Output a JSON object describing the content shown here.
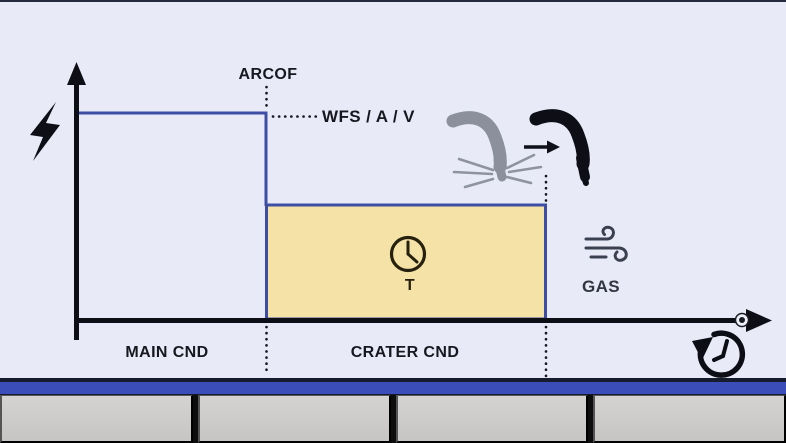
{
  "screen": {
    "background_color": "#e8eaf7",
    "accent_blue": "#3e4da4",
    "crater_fill_color": "#f5e2a6",
    "axis_color": "#0e0e16",
    "footer_bar_color": "#3b4db8",
    "softkey_color": "#cac9c7"
  },
  "diagram": {
    "labels": {
      "arcof": "ARCOF",
      "wfs_a_v": "WFS / A / V",
      "timer": "T",
      "gas": "GAS",
      "main_cnd": "MAIN CND",
      "crater_cnd": "CRATER CND"
    },
    "icons": {
      "power": "lightning-bolt-icon",
      "arc_on": "welding-torch-arc-on-icon",
      "transition": "arrow-right-icon",
      "arc_off": "welding-torch-arc-off-icon",
      "crater_time": "clock-icon",
      "gas_flow": "gas-flow-icon",
      "postflow_time": "timer-history-icon",
      "axis_marker": "target-dot-icon"
    },
    "sequence": {
      "phases": [
        "MAIN CND",
        "CRATER CND"
      ],
      "main_level": "high",
      "crater_level": "low",
      "crater_highlighted": true
    }
  },
  "footer": {
    "softkeys": [
      {
        "label": ""
      },
      {
        "label": ""
      },
      {
        "label": ""
      },
      {
        "label": ""
      }
    ]
  }
}
